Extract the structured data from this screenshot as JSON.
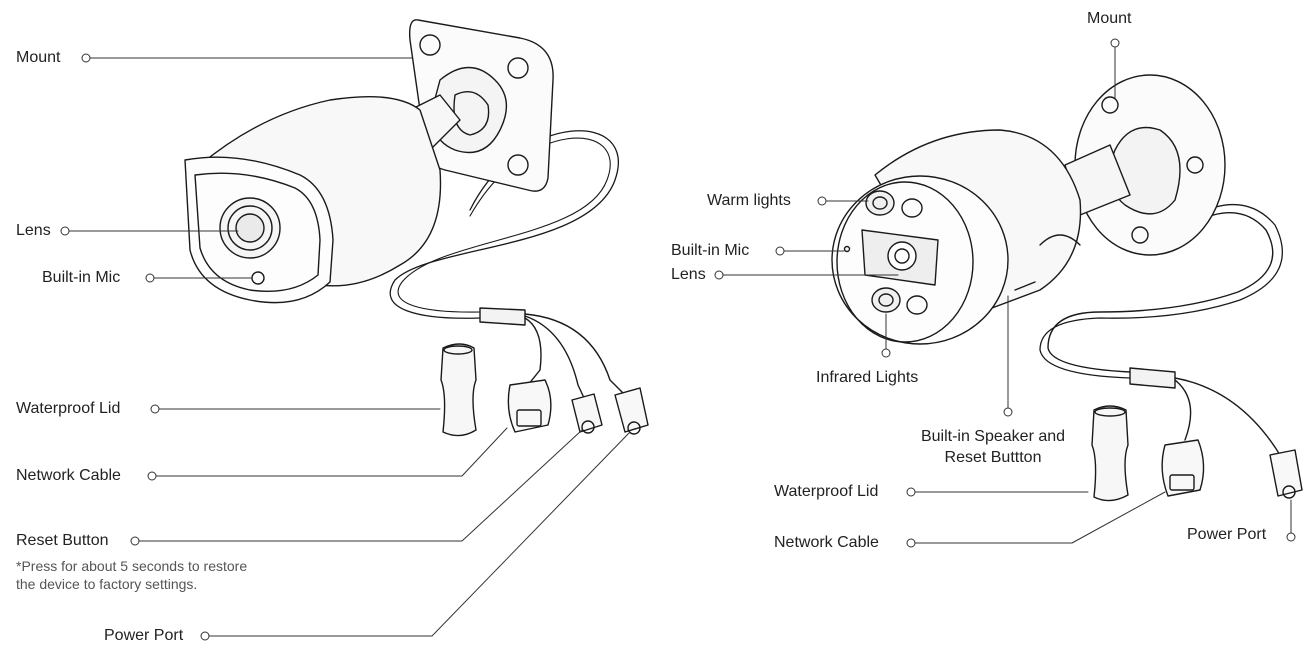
{
  "left_camera": {
    "labels": {
      "mount": "Mount",
      "lens": "Lens",
      "mic": "Built-in Mic",
      "waterproof_lid": "Waterproof Lid",
      "network_cable": "Network Cable",
      "reset_button": "Reset Button",
      "reset_note_1": "*Press for about  5  seconds to restore",
      "reset_note_2": "the device to factory settings.",
      "power_port": "Power Port"
    }
  },
  "right_camera": {
    "labels": {
      "mount": "Mount",
      "warm_lights": "Warm lights",
      "mic": "Built-in Mic",
      "lens": "Lens",
      "infrared_lights": "Infrared Lights",
      "speaker_reset_1": "Built-in Speaker and",
      "speaker_reset_2": "Reset Buttton",
      "waterproof_lid": "Waterproof Lid",
      "network_cable": "Network Cable",
      "power_port": "Power Port"
    }
  },
  "colors": {
    "line": "#333333",
    "outline": "#1a1a1a",
    "shade": "#efefef"
  }
}
